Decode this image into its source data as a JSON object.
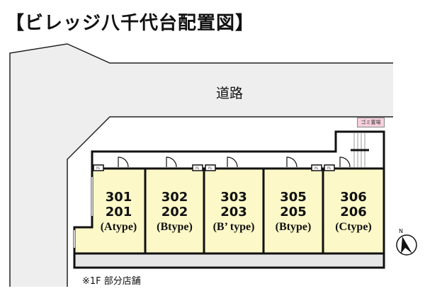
{
  "title": "【ビレッジ八千代台配置図】",
  "road_label": "道路",
  "garbage_label": "ゴミ置場",
  "ps_label": "PS",
  "compass_label": "N",
  "note": "※1F 部分店舗",
  "units": [
    {
      "upper": "301",
      "lower": "201",
      "type": "(Atype)"
    },
    {
      "upper": "302",
      "lower": "202",
      "type": "(Btype)"
    },
    {
      "upper": "303",
      "lower": "203",
      "type": "(B’ type)"
    },
    {
      "upper": "305",
      "lower": "205",
      "type": "(Btype)"
    },
    {
      "upper": "306",
      "lower": "206",
      "type": "(Ctype)"
    }
  ],
  "colors": {
    "unit_fill": "#fcf8c8",
    "road_fill": "#eeeeee",
    "garbage_fill": "#f6d0dc"
  }
}
